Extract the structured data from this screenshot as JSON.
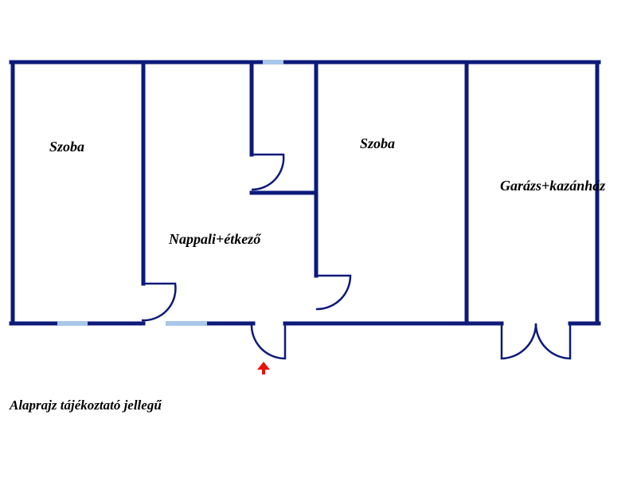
{
  "plan": {
    "rooms": [
      {
        "key": "szoba-left",
        "label": "Szoba"
      },
      {
        "key": "nappali",
        "label": "Nappali+étkező"
      },
      {
        "key": "szoba-right",
        "label": "Szoba"
      },
      {
        "key": "garazs",
        "label": "Garázs+kazánház"
      }
    ],
    "note": "Alaprajz tájékoztató jellegű"
  },
  "colors": {
    "wall": "#0d1a7a",
    "window": "#a9c7e8",
    "arrow": "#e8120c",
    "text": "#000000"
  }
}
